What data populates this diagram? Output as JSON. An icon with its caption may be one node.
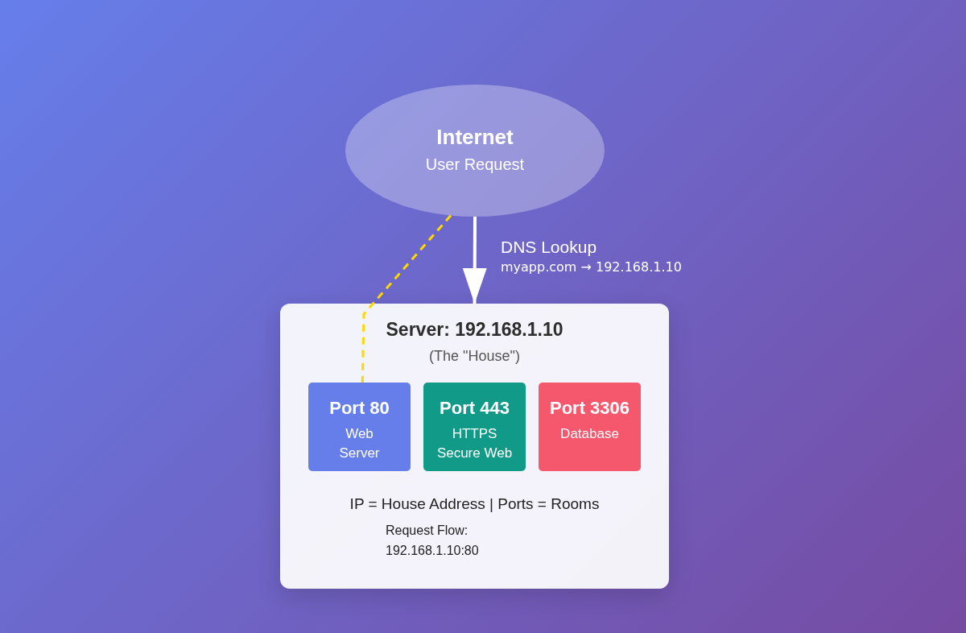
{
  "diagram": {
    "nodes": [
      {
        "text": [
          "Internet",
          "User Request"
        ]
      },
      {
        "text": [
          "Server: 192.168.1.10",
          "(The \"House\")",
          "IP = House Address | Ports = Rooms",
          "Request Flow: 192.168.1.10:80"
        ]
      },
      {
        "text": [
          "Port 80",
          "Web Server"
        ],
        "in": 1
      },
      {
        "text": [
          "Port 443",
          "HTTPS Secure Web"
        ],
        "in": 1
      },
      {
        "text": [
          "Port 3306",
          "Database"
        ],
        "in": 1
      }
    ],
    "edges": [
      {
        "from": 0,
        "to": 1,
        "arrow": "to",
        "label": "DNS Lookup"
      },
      {
        "from": 0,
        "to": 2,
        "arrow": "none",
        "style": "dashed",
        "color": "#ffd700"
      }
    ],
    "labels": [
      "myapp.com → 192.168.1.10"
    ]
  }
}
